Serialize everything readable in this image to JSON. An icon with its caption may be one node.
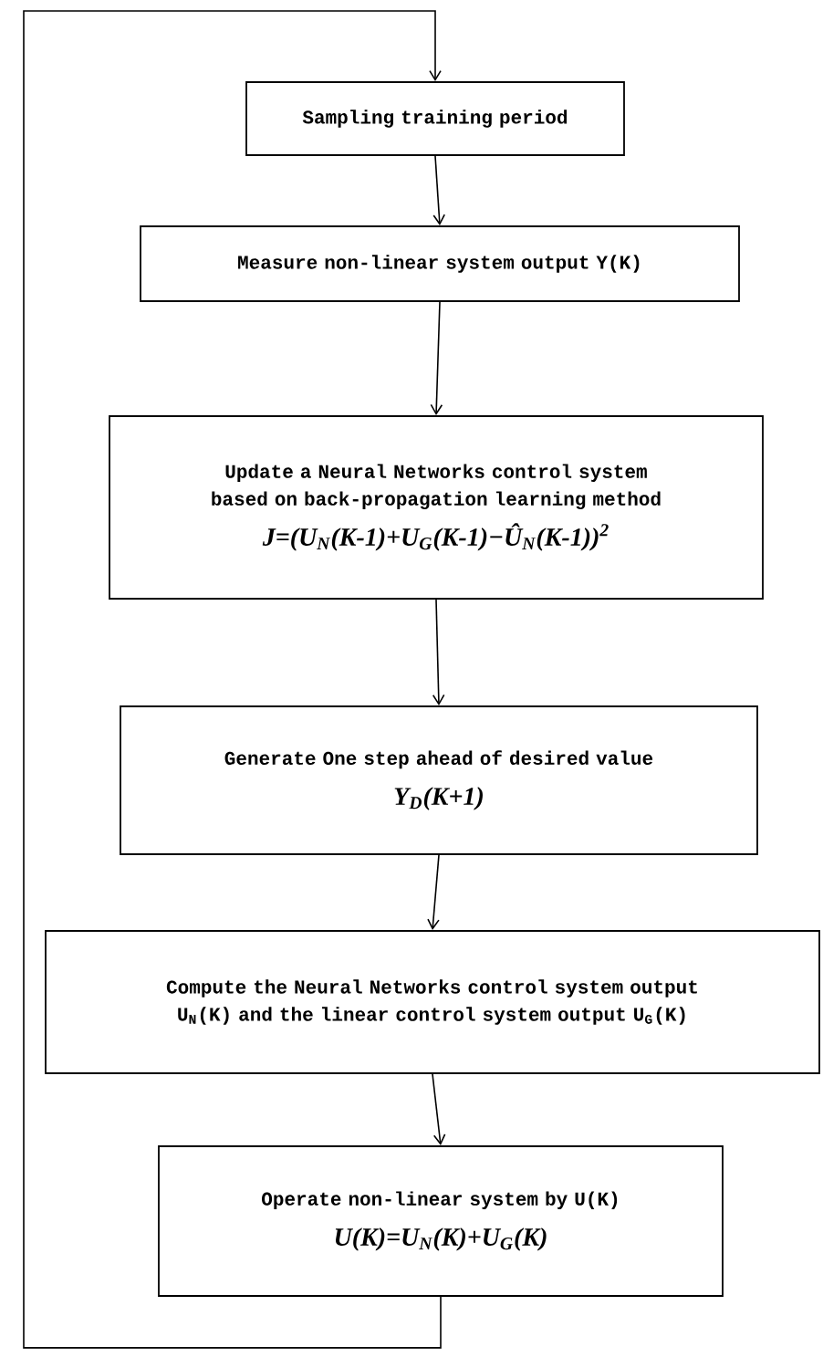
{
  "diagram": {
    "nodes": [
      {
        "text": [
          "Sampling training period"
        ]
      },
      {
        "text": [
          "Measure non-linear system output Y(K)"
        ]
      },
      {
        "text": [
          "Update a Neural Networks control system based on back-propagation learning method",
          "J=(U$_{N}$(K-1)+U$_{G}$(K-1)−Û$_{N}$(K-1))$^{2}$"
        ]
      },
      {
        "text": [
          "Generate One step ahead of desired value",
          "Y$_{D}$(K+1)"
        ]
      },
      {
        "text": [
          "Compute the Neural Networks control system output U$_{N}$(K) and the linear control system output U$_{G}$(K)"
        ]
      },
      {
        "text": [
          "Operate non-linear system by U(K)",
          "U(K)=U$_{N}$(K)+U$_{G}$(K)"
        ]
      }
    ],
    "edges": [
      {
        "from": 0,
        "to": 1,
        "arrow": "to"
      },
      {
        "from": 1,
        "to": 2,
        "arrow": "to"
      },
      {
        "from": 2,
        "to": 3,
        "arrow": "to"
      },
      {
        "from": 3,
        "to": 4,
        "arrow": "to"
      },
      {
        "from": 4,
        "to": 5,
        "arrow": "to"
      },
      {
        "from": 5,
        "to": 0,
        "arrow": "to"
      }
    ]
  }
}
